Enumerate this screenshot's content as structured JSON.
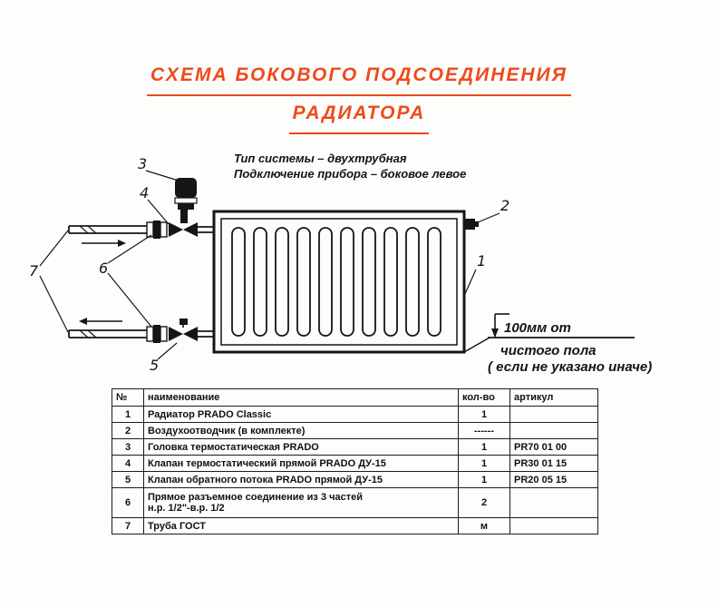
{
  "page": {
    "title_line1": "СХЕМА БОКОВОГО ПОДСОЕДИНЕНИЯ",
    "title_line2": "РАДИАТОРА",
    "accent_color": "#ee4a1c"
  },
  "notes": {
    "system_type": "Тип системы – двухтрубная",
    "connection": "Подключение прибора – боковое левое"
  },
  "diagram": {
    "callouts": [
      "1",
      "2",
      "3",
      "4",
      "5",
      "6",
      "7"
    ],
    "annotation": {
      "line1": "100мм от",
      "line2": "чистого пола",
      "line3": "( если не указано иначе)"
    }
  },
  "table": {
    "headers": {
      "num": "№",
      "name": "наименование",
      "qty": "кол-во",
      "article": "артикул"
    },
    "rows": [
      {
        "num": "1",
        "name": "Радиатор PRADO Classic",
        "qty": "1",
        "article": ""
      },
      {
        "num": "2",
        "name": "Воздухоотводчик (в комплекте)",
        "qty": "------",
        "article": ""
      },
      {
        "num": "3",
        "name": "Головка термостатическая PRADO",
        "qty": "1",
        "article": "PR70 01 00"
      },
      {
        "num": "4",
        "name": "Клапан термостатический прямой PRADO ДУ-15",
        "qty": "1",
        "article": "PR30 01 15"
      },
      {
        "num": "5",
        "name": "Клапан обратного потока PRADO прямой ДУ-15",
        "qty": "1",
        "article": "PR20 05 15"
      },
      {
        "num": "6",
        "name": "Прямое разъемное соединение из 3 частей",
        "name2": "н.р. 1/2\"-в.р. 1/2",
        "qty": "2",
        "article": ""
      },
      {
        "num": "7",
        "name": "Труба ГОСТ",
        "qty": "м",
        "article": ""
      }
    ]
  }
}
